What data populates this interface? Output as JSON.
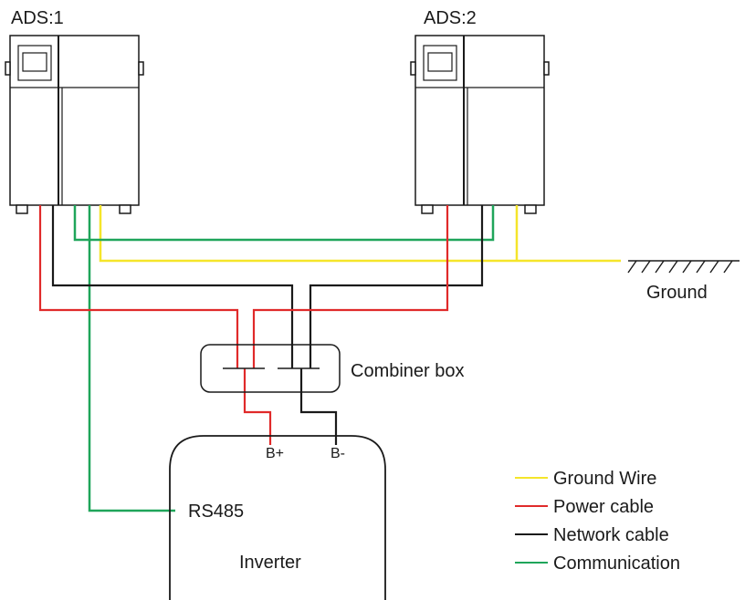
{
  "units": [
    {
      "label": "ADS:1"
    },
    {
      "label": "ADS:2"
    }
  ],
  "ground_label": "Ground",
  "combiner_label": "Combiner box",
  "inverter": {
    "label": "Inverter",
    "port_rs485": "RS485",
    "port_bplus": "B+",
    "port_bminus": "B-"
  },
  "legend": [
    {
      "label": "Ground Wire",
      "color": "#f5e52a"
    },
    {
      "label": "Power cable",
      "color": "#e02a2a"
    },
    {
      "label": "Network cable",
      "color": "#1a1a1a"
    },
    {
      "label": "Communication",
      "color": "#1fa55a"
    }
  ],
  "colors": {
    "ground": "#f5e52a",
    "power": "#e02a2a",
    "network": "#1a1a1a",
    "communication": "#1fa55a"
  }
}
